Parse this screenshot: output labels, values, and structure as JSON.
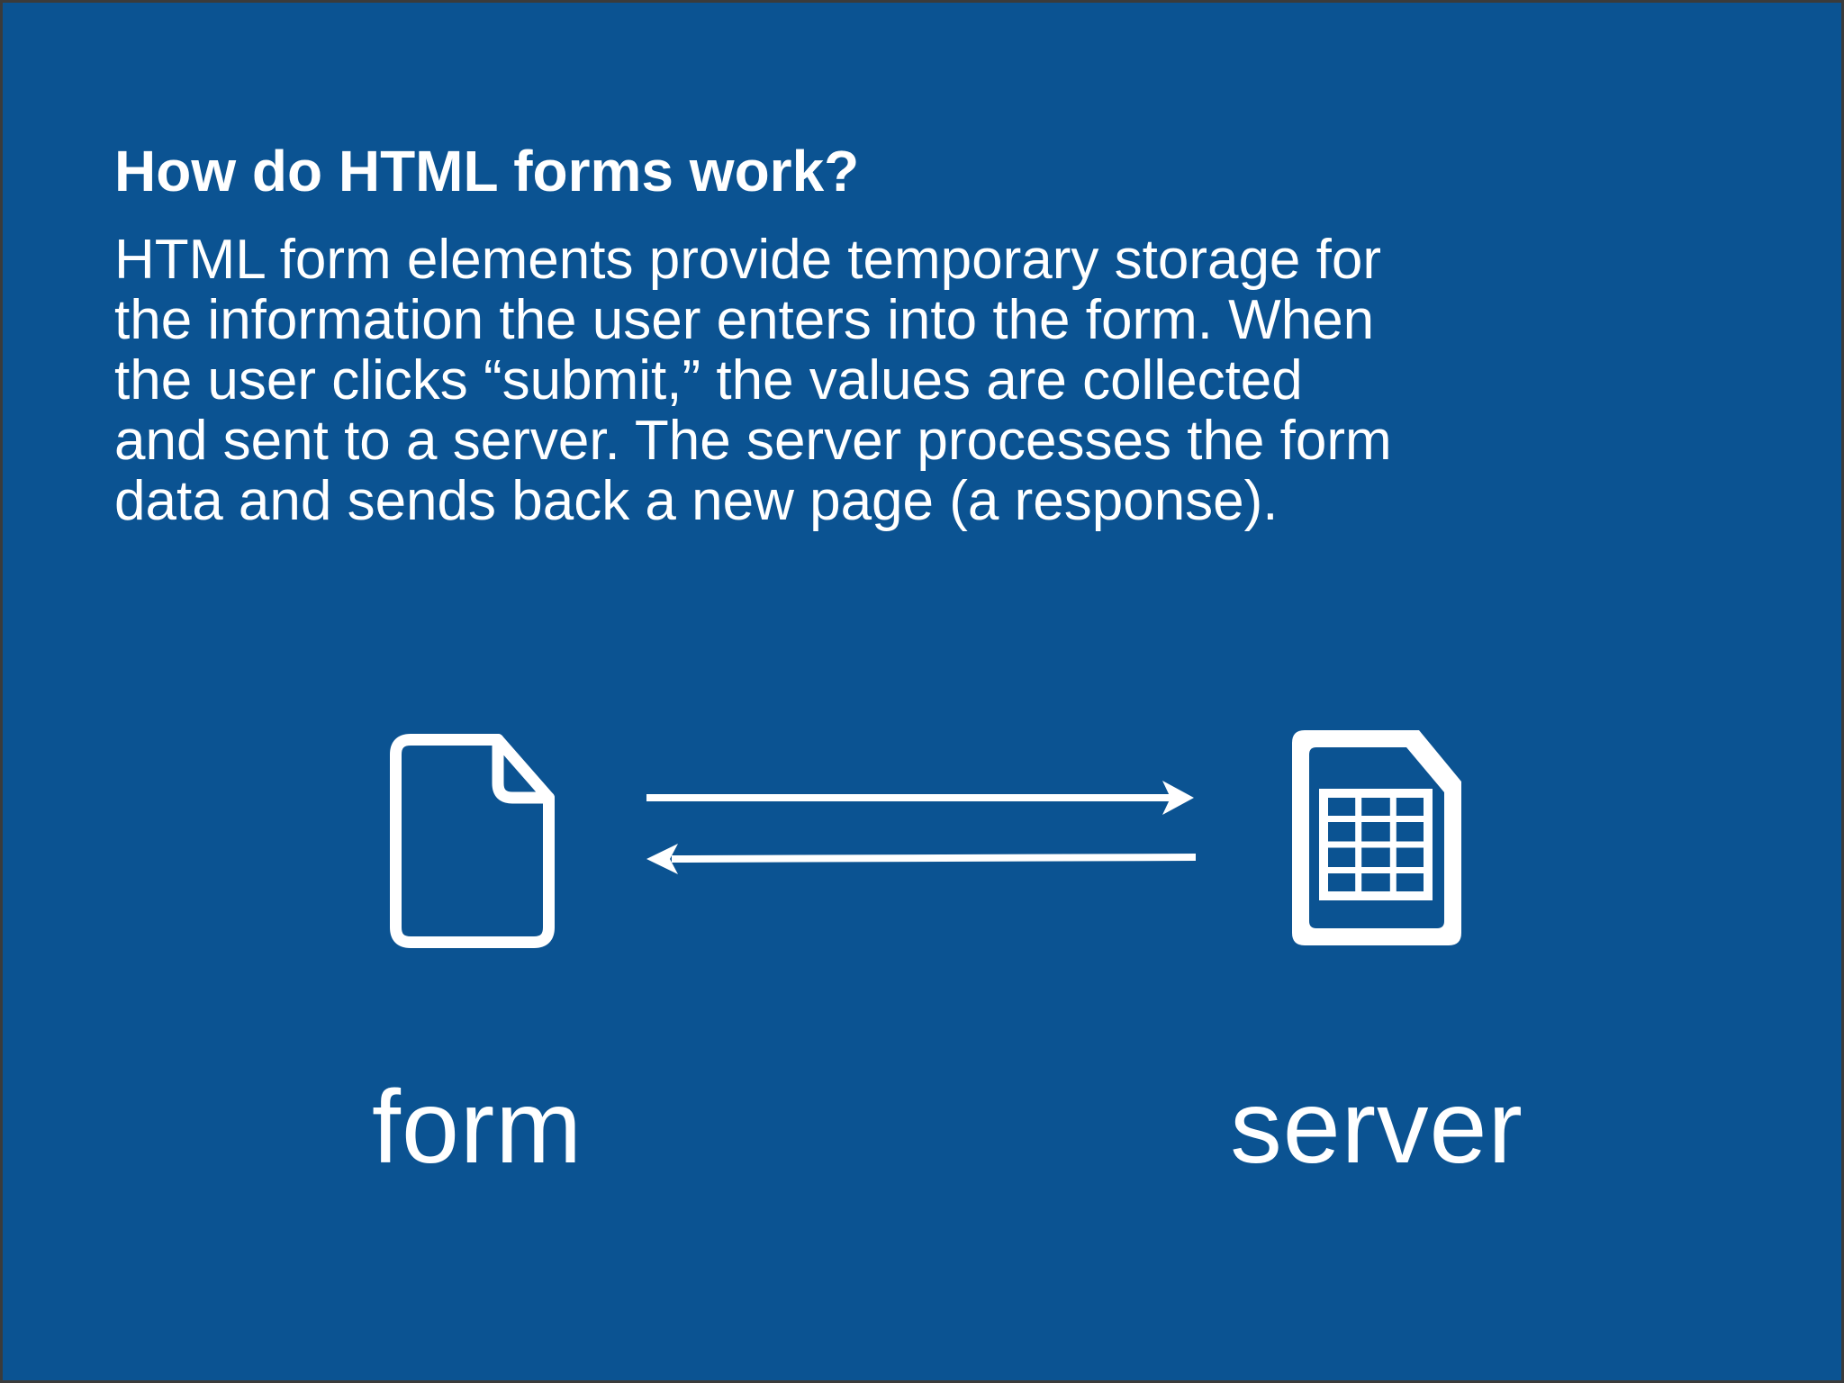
{
  "slide": {
    "title": "How do HTML forms work?",
    "body_lines": [
      "HTML form elements provide temporary storage for",
      "the information the user enters into the form. When",
      "the user clicks “submit,” the values are collected",
      "and sent to a server. The server processes the form",
      "data and sends back a new page (a response)."
    ],
    "diagram": {
      "form_label": "form",
      "server_label": "server",
      "icons": [
        "form-document-icon",
        "request-arrow-icon",
        "response-arrow-icon",
        "server-document-icon"
      ]
    },
    "colors": {
      "background": "#0b5392",
      "text": "#ffffff",
      "icon_stroke": "#ffffff",
      "border": "#3b3b3b"
    }
  }
}
